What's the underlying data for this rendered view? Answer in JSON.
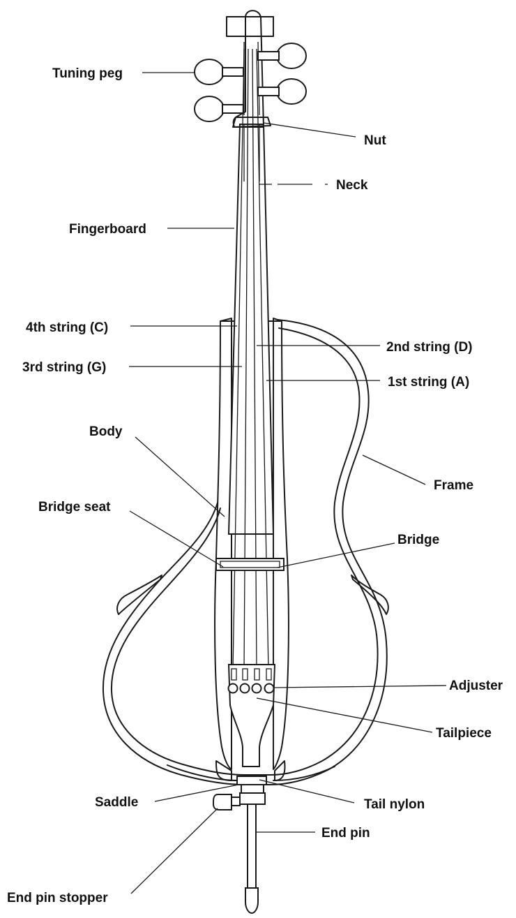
{
  "labels": {
    "tuning_peg": "Tuning peg",
    "nut": "Nut",
    "neck": "Neck",
    "fingerboard": "Fingerboard",
    "string_4": "4th string (C)",
    "string_2": "2nd string (D)",
    "string_3": "3rd string (G)",
    "string_1": "1st string (A)",
    "body": "Body",
    "frame": "Frame",
    "bridge_seat": "Bridge seat",
    "bridge": "Bridge",
    "adjuster": "Adjuster",
    "tailpiece": "Tailpiece",
    "saddle": "Saddle",
    "tail_nylon": "Tail nylon",
    "end_pin": "End pin",
    "end_pin_stopper": "End pin stopper"
  }
}
